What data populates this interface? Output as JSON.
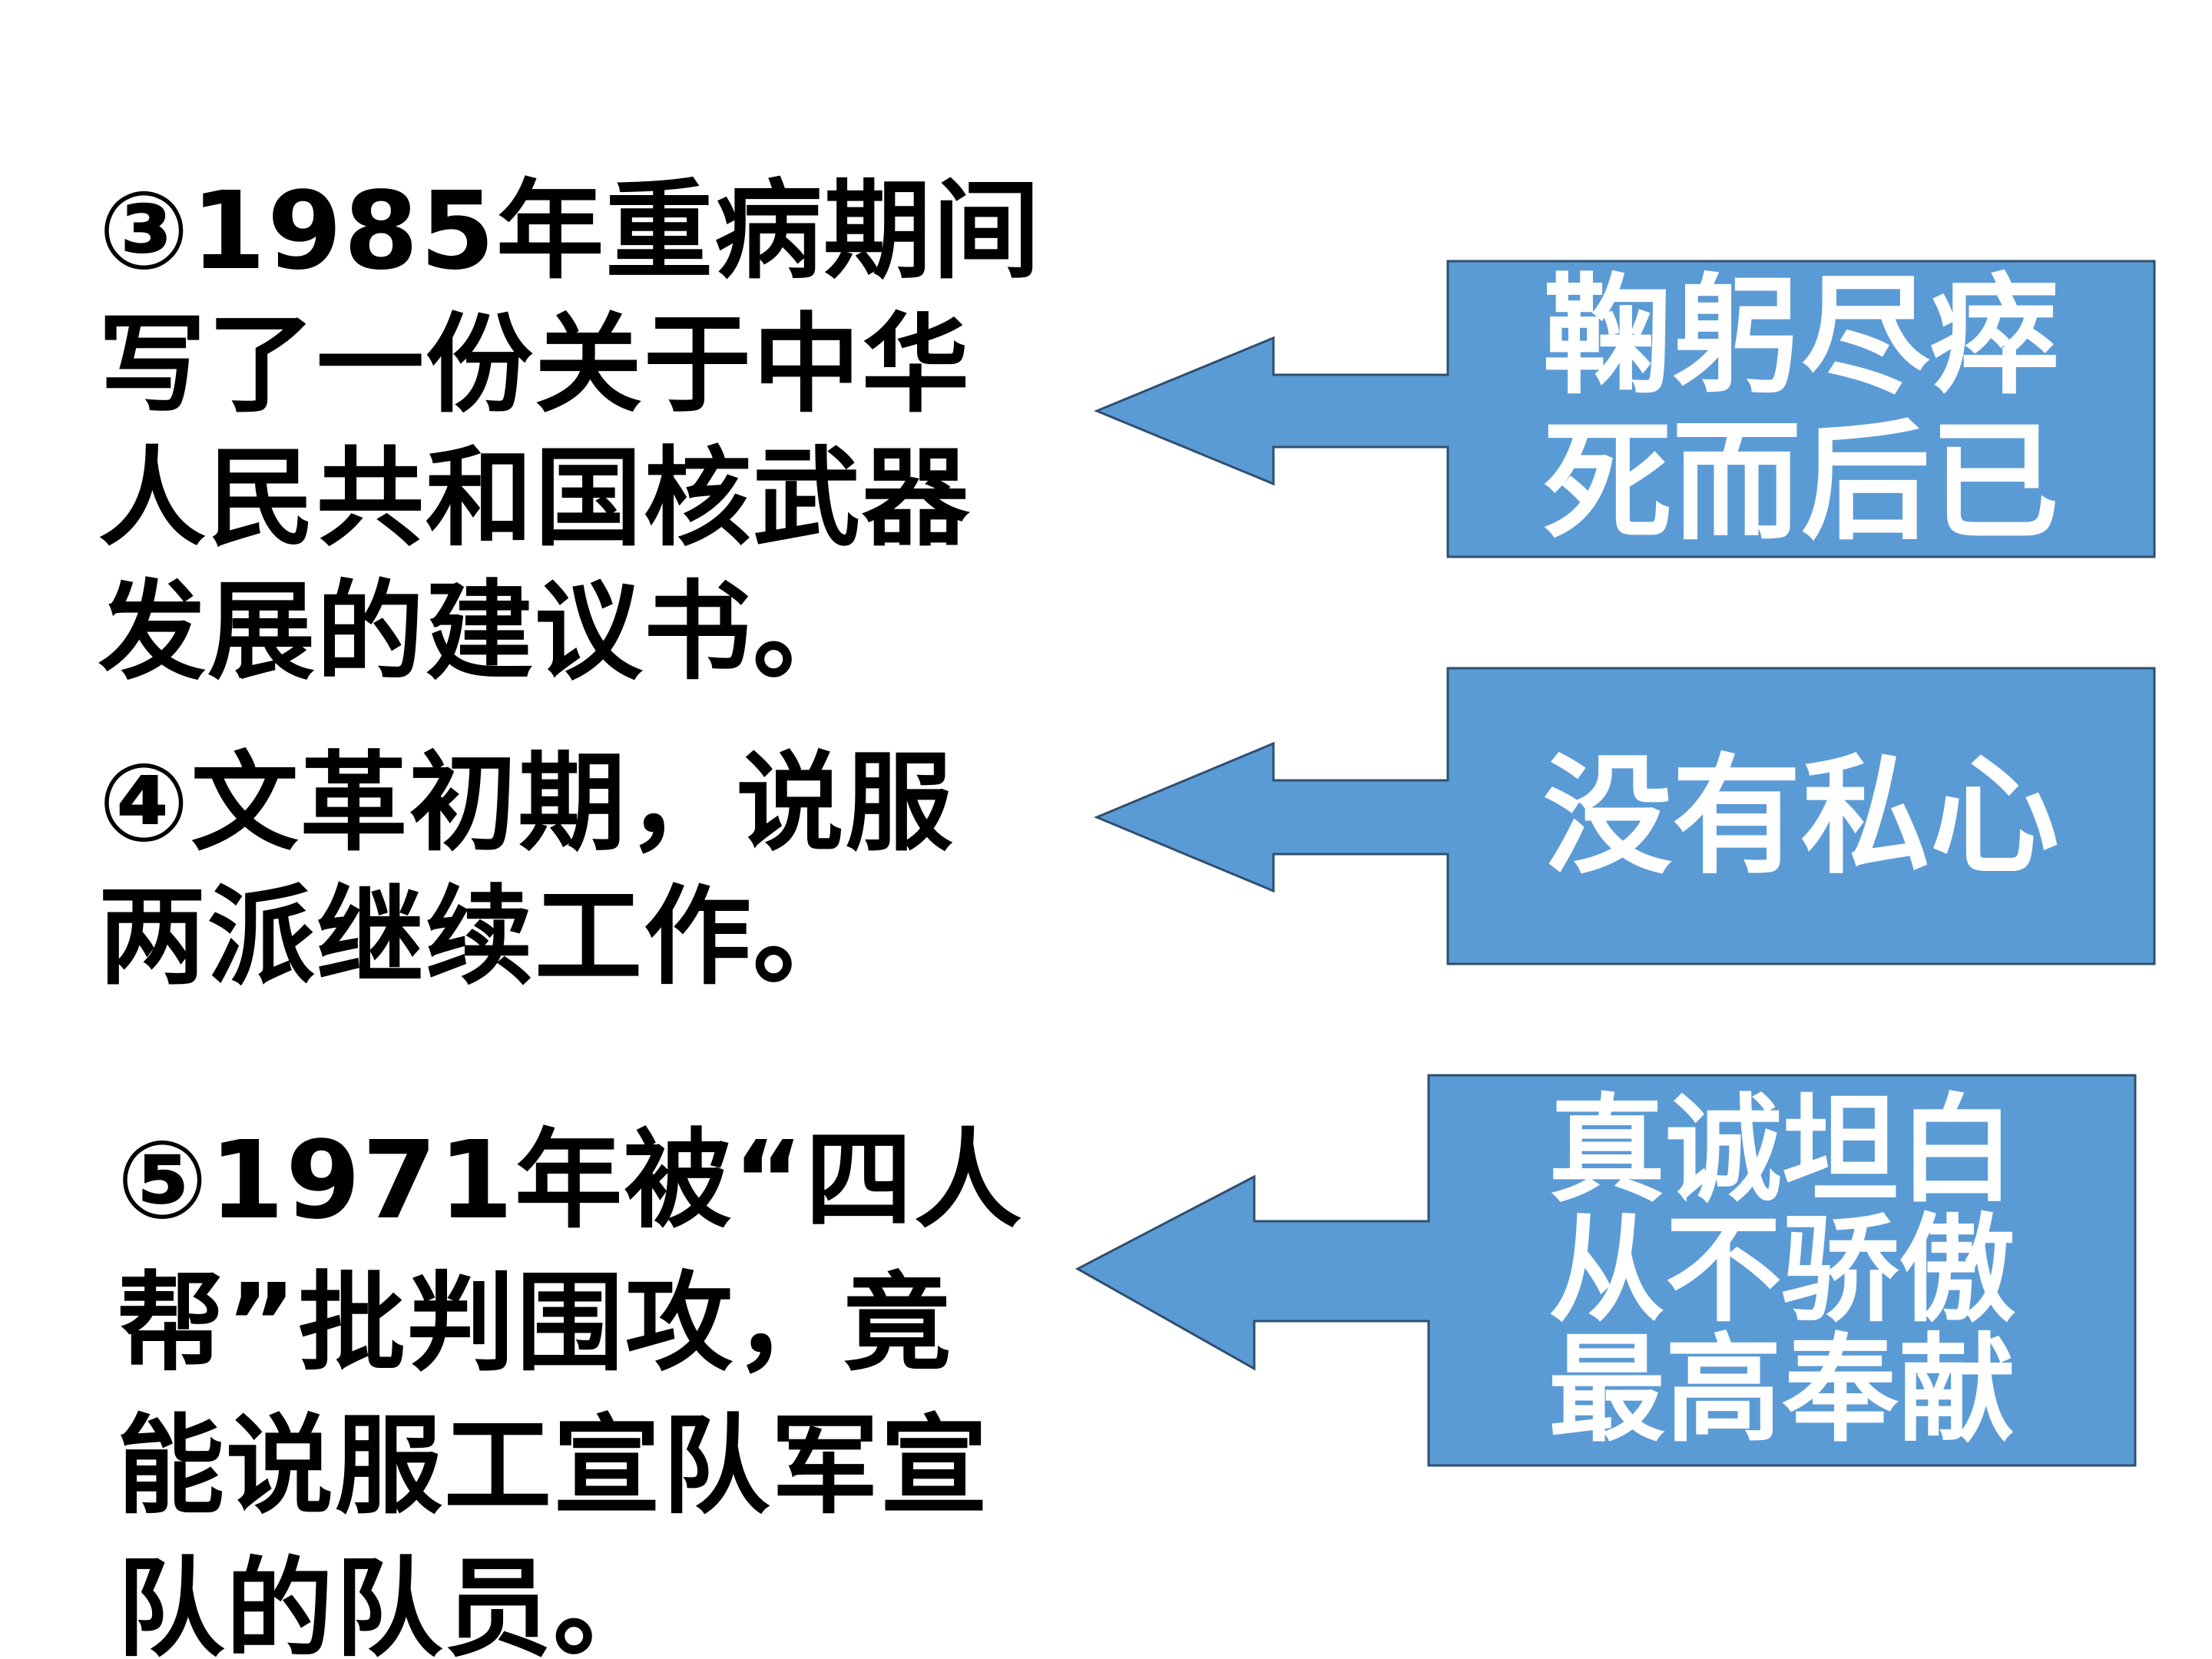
{
  "statements": [
    {
      "id": "3",
      "text": "③1985年重病期间\n写了一份关于中华\n人民共和国核武器\n发展的建议书。"
    },
    {
      "id": "4",
      "text": "④文革初期，说服\n两派继续工作。"
    },
    {
      "id": "5",
      "text": "⑤1971年被“四人\n帮”批判围攻，竟\n能说服工宣队军宣\n队的队员。"
    }
  ],
  "traits": [
    {
      "lines": [
        "鞠躬尽瘁",
        "死而后已"
      ]
    },
    {
      "lines": [
        "没有私心"
      ]
    },
    {
      "lines": [
        "真诚坦白",
        "从不骄傲",
        "最高奉献"
      ]
    }
  ],
  "colors": {
    "arrow_fill": "#5b9bd5",
    "arrow_stroke": "#2f4f6f",
    "trait_text": "#ffffff",
    "statement_text": "#000000"
  }
}
